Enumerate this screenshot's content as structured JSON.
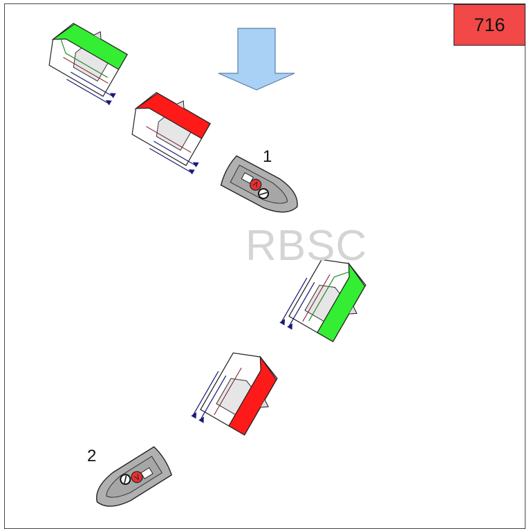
{
  "diagram": {
    "badge_number": "716",
    "watermark": "RBSC",
    "boat_labels": [
      "1",
      "2"
    ],
    "wind_arrow": {
      "name": "wind-arrow",
      "color": "#a9d0f5"
    },
    "colors": {
      "green_sail": "#33ee33",
      "red_sail": "#ff1a1a",
      "powerboat_grey": "#b0b0b0",
      "badge": "#f24848"
    },
    "icons": [
      "sailboat-icon",
      "motorboat-icon",
      "wind-arrow-icon"
    ]
  }
}
